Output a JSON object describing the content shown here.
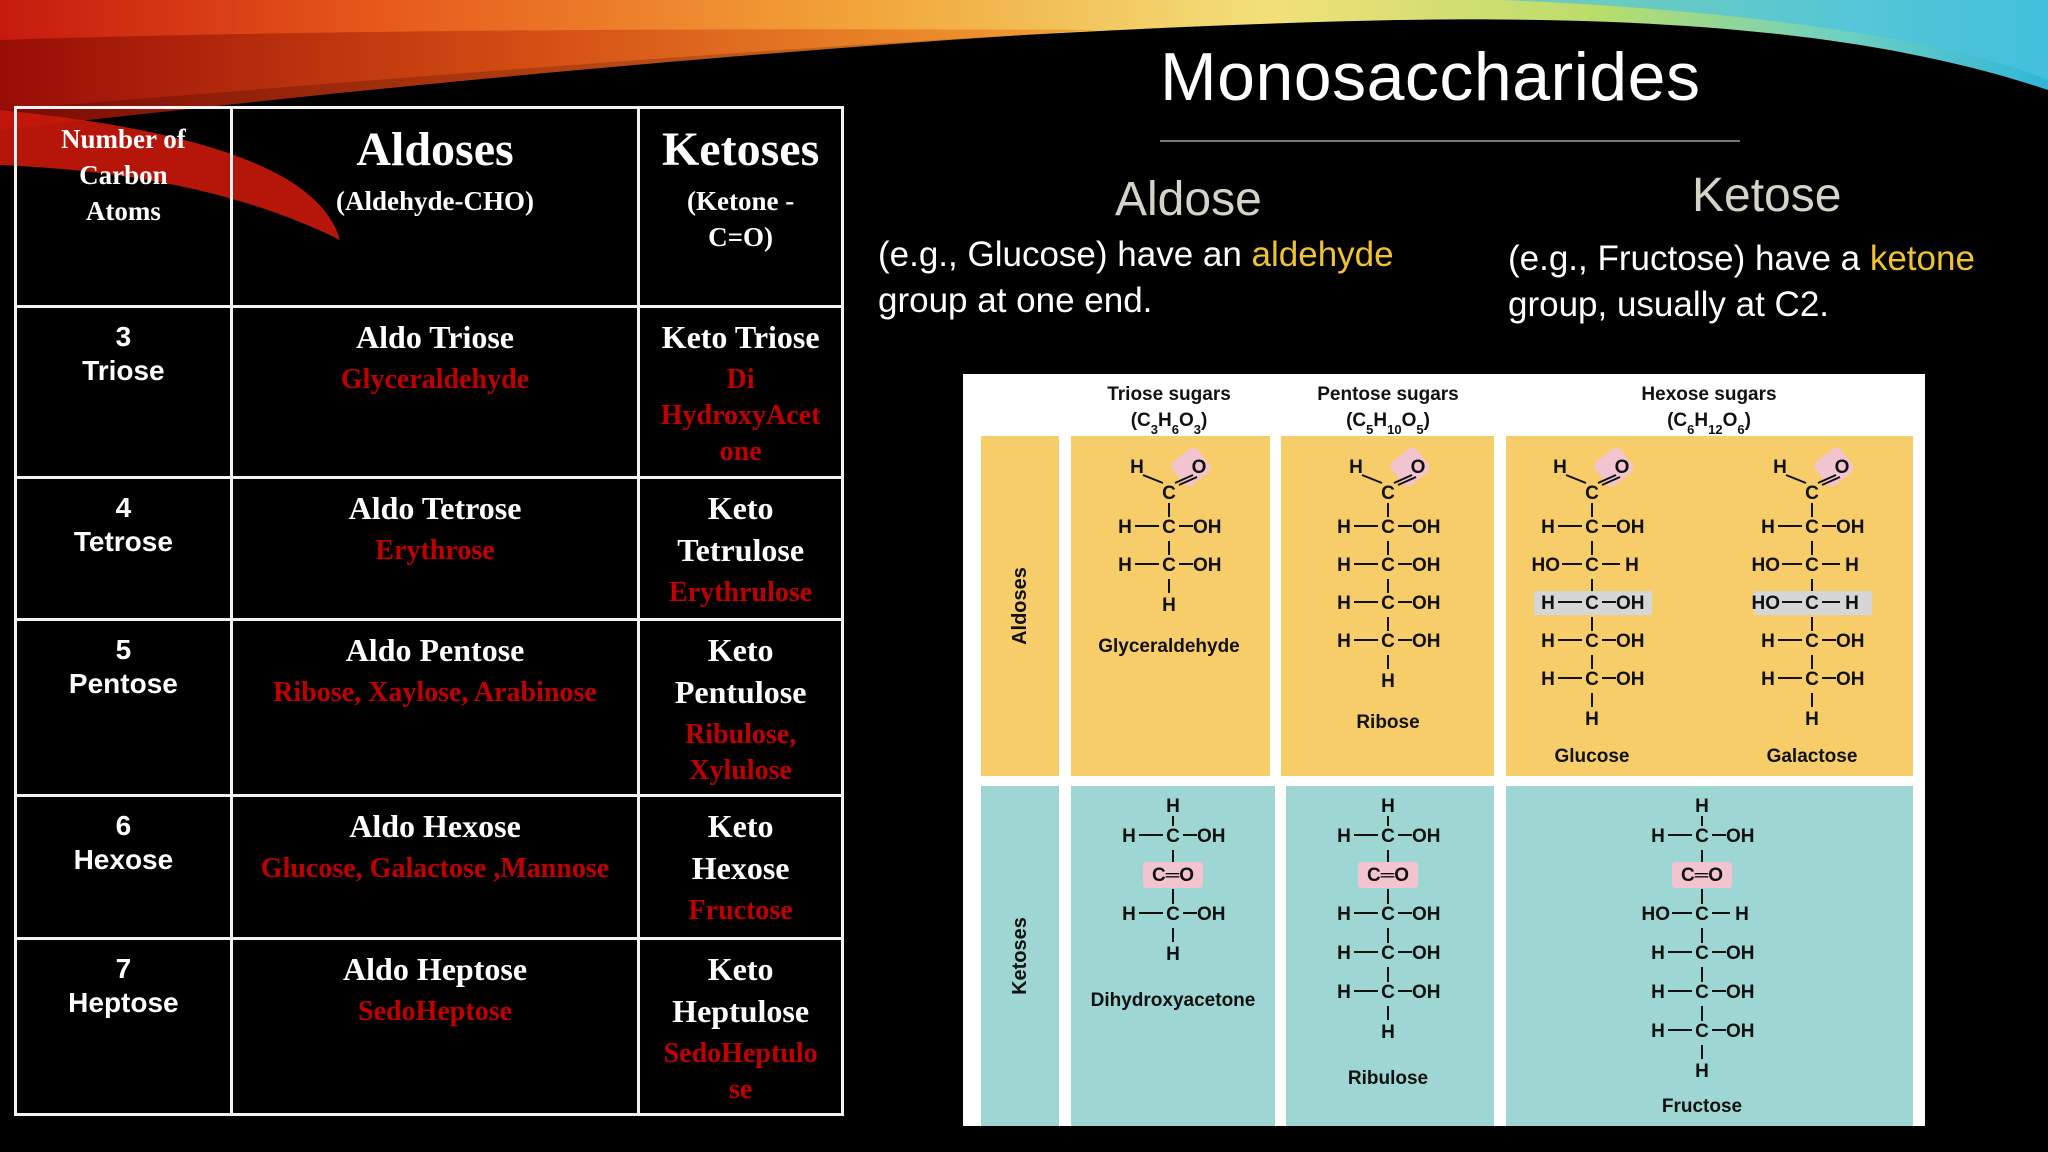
{
  "title": "Monosaccharides",
  "aldose": {
    "heading": "Aldose",
    "line1_pre": "(e.g., Glucose) have an ",
    "line1_highlight": "aldehyde",
    "line2": "group at one end."
  },
  "ketose": {
    "heading": "Ketose",
    "line1_pre": "(e.g., Fructose) have a ",
    "line1_highlight": "ketone",
    "line2": "group, usually at C2."
  },
  "table": {
    "header": {
      "col1": [
        "Number of",
        "Carbon",
        "Atoms"
      ],
      "col2_title": "Aldoses",
      "col2_sub": "(Aldehyde-CHO)",
      "col3_title": "Ketoses",
      "col3_sub": [
        "(Ketone -",
        "C=O)"
      ]
    },
    "rows": [
      {
        "num": "3",
        "label": "Triose",
        "aldose_name": [
          "Aldo Triose"
        ],
        "aldose_ex": [
          "Glyceraldehyde"
        ],
        "ketose_name": [
          "Keto Triose"
        ],
        "ketose_ex": [
          "Di",
          "HydroxyAcet",
          "one"
        ]
      },
      {
        "num": "4",
        "label": "Tetrose",
        "aldose_name": [
          "Aldo Tetrose"
        ],
        "aldose_ex": [
          "Erythrose"
        ],
        "ketose_name": [
          "Keto",
          "Tetrulose"
        ],
        "ketose_ex": [
          "Erythrulose"
        ]
      },
      {
        "num": "5",
        "label": "Pentose",
        "aldose_name": [
          "Aldo Pentose"
        ],
        "aldose_ex": [
          "Ribose, Xaylose, Arabinose"
        ],
        "ketose_name": [
          "Keto",
          "Pentulose"
        ],
        "ketose_ex": [
          "Ribulose,",
          "Xylulose"
        ]
      },
      {
        "num": "6",
        "label": "Hexose",
        "aldose_name": [
          "Aldo Hexose"
        ],
        "aldose_ex": [
          "Glucose, Galactose ,Mannose"
        ],
        "ketose_name": [
          "Keto",
          "Hexose"
        ],
        "ketose_ex": [
          "Fructose"
        ]
      },
      {
        "num": "7",
        "label": "Heptose",
        "aldose_name": [
          "Aldo Heptose"
        ],
        "aldose_ex": [
          "SedoHeptose"
        ],
        "ketose_name": [
          "Keto",
          "Heptulose"
        ],
        "ketose_ex": [
          "SedoHeptulo",
          "se"
        ]
      }
    ]
  },
  "figure": {
    "col_triose": {
      "name": "Triose sugars",
      "formula_pre": "(C",
      "c": "3",
      "h_pre": "H",
      "h": "6",
      "o_pre": "O",
      "o": "3",
      "close": ")"
    },
    "col_pentose": {
      "name": "Pentose sugars",
      "formula_pre": "(C",
      "c": "5",
      "h_pre": "H",
      "h": "10",
      "o_pre": "O",
      "o": "5",
      "close": ")"
    },
    "col_hexose": {
      "name": "Hexose sugars",
      "formula_pre": "(C",
      "c": "6",
      "h_pre": "H",
      "h": "12",
      "o_pre": "O",
      "o": "6",
      "close": ")"
    },
    "row_aldoses": "Aldoses",
    "row_ketoses": "Ketoses",
    "names": {
      "glyceraldehyde": "Glyceraldehyde",
      "ribose": "Ribose",
      "glucose": "Glucose",
      "galactose": "Galactose",
      "dihydroxyacetone": "Dihydroxyacetone",
      "ribulose": "Ribulose",
      "fructose": "Fructose"
    },
    "atoms": {
      "h": "H",
      "c": "C",
      "o": "O",
      "oh": "OH",
      "ho": "HO",
      "carbonyl": "C═O"
    },
    "colors": {
      "aldose_panel": "#f7cd6a",
      "ketose_panel": "#9dd6d2",
      "carbonyl_highlight": "#f2c4d0",
      "stereo_highlight": "#d6d6d6"
    }
  },
  "colors": {
    "table_example_text": "#c00000",
    "highlight_text": "#f1c232"
  }
}
